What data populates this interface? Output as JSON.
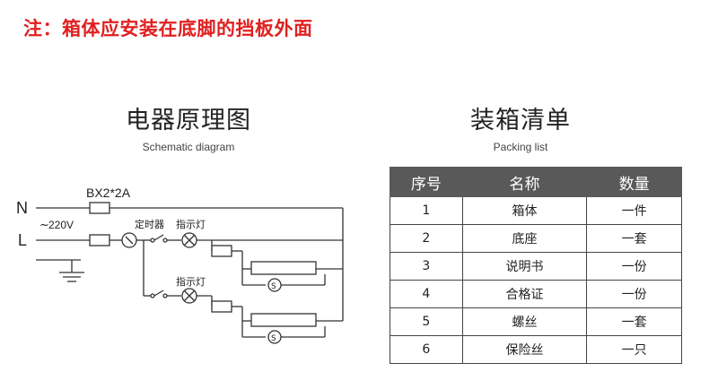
{
  "note": "注：箱体应安装在底脚的挡板外面",
  "schematic": {
    "title": "电器原理图",
    "subtitle": "Schematic diagram",
    "labels": {
      "n": "N",
      "l": "L",
      "fuse": "BX2*2A",
      "voltage": "220V",
      "timer": "定时器",
      "indicator1": "指示灯",
      "indicator2": "指示灯",
      "starter1": "S",
      "starter2": "S"
    }
  },
  "packing": {
    "title": "装箱清单",
    "subtitle": "Packing list",
    "headers": [
      "序号",
      "名称",
      "数量"
    ],
    "rows": [
      [
        "1",
        "箱体",
        "一件"
      ],
      [
        "2",
        "底座",
        "一套"
      ],
      [
        "3",
        "说明书",
        "一份"
      ],
      [
        "4",
        "合格证",
        "一份"
      ],
      [
        "5",
        "螺丝",
        "一套"
      ],
      [
        "6",
        "保险丝",
        "一只"
      ]
    ]
  }
}
